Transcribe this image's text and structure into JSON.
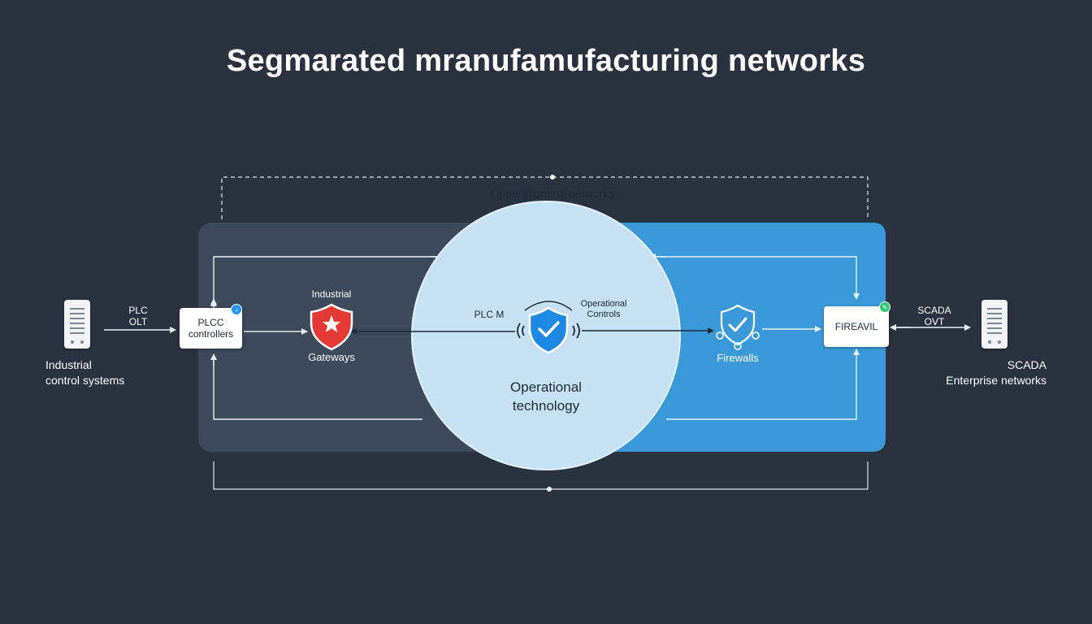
{
  "title": "Segmarated mranufamufacturing networks",
  "top_label": "Opeeratiomtrol networks",
  "colors": {
    "background": "#2a3240",
    "left_zone": "#3d4a5c",
    "right_zone": "#3a9ad9",
    "circle": "#c5e1f3",
    "shield_red": "#e53935",
    "shield_blue": "#1e88e5",
    "badge_blue": "#2196f3",
    "badge_green": "#2ecc71"
  },
  "nodes": {
    "ics": {
      "label": "Industrial\ncontrol systems",
      "icon": "server-icon"
    },
    "plc_olt": {
      "label": "PLC\nOLT"
    },
    "plc_box": {
      "label": "PLCC\ncontrollers",
      "icon": "music-note-icon"
    },
    "gateways": {
      "top": "Industrial",
      "bottom": "Gateways",
      "icon": "red-shield-star-icon"
    },
    "plc_m": {
      "label": "PLC M"
    },
    "op_controls": {
      "label": "Operational\nControls"
    },
    "center": {
      "label": "Operational\ntechnology",
      "icon": "shield-check-icon"
    },
    "firewalls": {
      "label": "Firewalls",
      "icon": "network-shield-icon"
    },
    "firewall_box": {
      "label": "FIREAVIL",
      "icon": "pencil-icon"
    },
    "scada_ovt": {
      "label": "SCADA\nOVT"
    },
    "enterprise": {
      "label": "SCADA\nEnterprise networks",
      "icon": "server-icon"
    }
  }
}
